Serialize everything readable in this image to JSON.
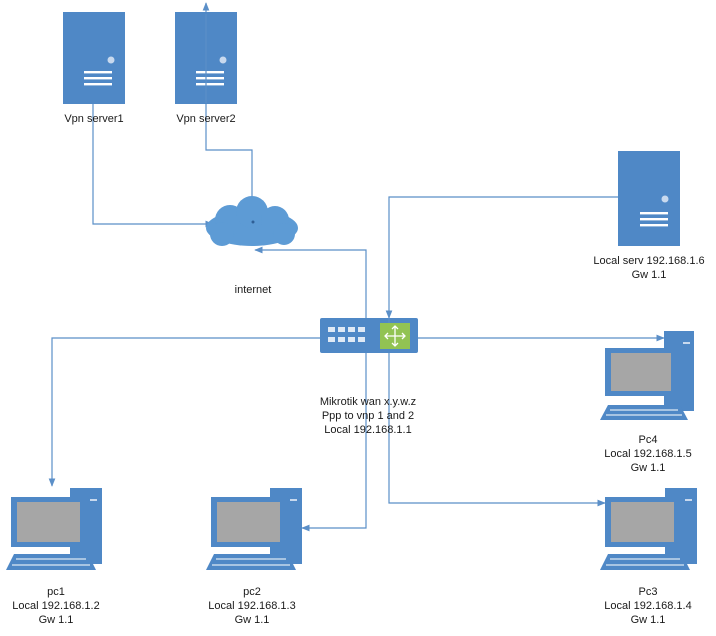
{
  "colors": {
    "device": "#4f88c6",
    "device_dark": "#3f74b0",
    "line": "#5b8fc8",
    "screen": "#a6a6a6",
    "cloud": "#5d9bd5",
    "switch_port": "#dfe9f5",
    "router_panel": "#92c353"
  },
  "nodes": {
    "vpn1": {
      "icon": "server-icon",
      "lines": [
        "Vpn server1"
      ]
    },
    "vpn2": {
      "icon": "server-icon",
      "lines": [
        "Vpn server2"
      ]
    },
    "internet": {
      "icon": "cloud-icon",
      "lines": [
        "internet"
      ]
    },
    "localserv": {
      "icon": "server-icon",
      "lines": [
        "Local serv 192.168.1.6",
        "Gw 1.1"
      ]
    },
    "mikrotik": {
      "icon": "switch-router-icon",
      "lines": [
        "Mikrotik wan x.y.w.z",
        "Ppp to vnp 1 and 2",
        "Local 192.168.1.1"
      ]
    },
    "pc4": {
      "icon": "workstation-icon",
      "lines": [
        "Pc4",
        "Local 192.168.1.5",
        "Gw 1.1"
      ]
    },
    "pc1": {
      "icon": "workstation-icon",
      "lines": [
        "pc1",
        "Local 192.168.1.2",
        "Gw 1.1"
      ]
    },
    "pc2": {
      "icon": "workstation-icon",
      "lines": [
        "pc2",
        "Local 192.168.1.3",
        "Gw 1.1"
      ]
    },
    "pc3": {
      "icon": "workstation-icon",
      "lines": [
        "Pc3",
        "Local 192.168.1.4",
        "Gw 1.1"
      ]
    }
  }
}
